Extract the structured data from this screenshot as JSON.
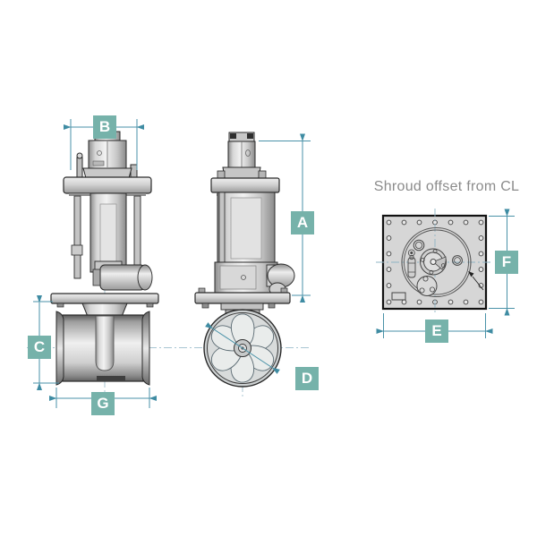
{
  "title": "Shroud offset from CL",
  "dimension_labels": {
    "a": "A",
    "b": "B",
    "c": "C",
    "d": "D",
    "e": "E",
    "f": "F",
    "g": "G"
  },
  "colors": {
    "label_background": "#76b2aa",
    "label_text": "#ffffff",
    "dimension_line": "#4a92a8",
    "arrowhead": "#3f8ca3",
    "centerline": "#a9c6d2",
    "title_text": "#8b8b8b",
    "drawing_outline": "#2a2a2a"
  }
}
